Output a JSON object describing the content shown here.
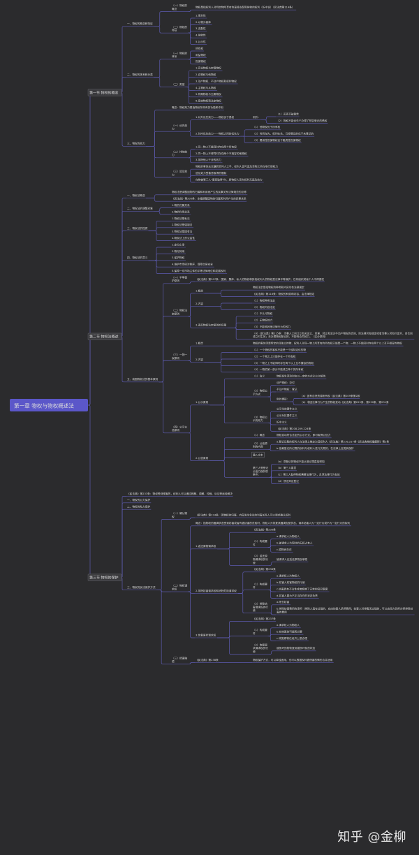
{
  "root": "第一章 物权与物权概述法",
  "watermark": "知乎 @金柳",
  "nodes": [
    {
      "t": "第一节 物权的概念",
      "s": 2,
      "c": [
        {
          "t": "一、物权的概念和特征",
          "c": [
            {
              "t": "（一）物权的概念",
              "c": [
                {
                  "t": "物权是指权利人对特定物所享有的直接支配和排他的权利（折中说）（民法典第114条）"
                }
              ]
            },
            {
              "t": "（二）物权的特征",
              "c": [
                {
                  "t": "1.绝对性"
                },
                {
                  "t": "2.以物为客体"
                },
                {
                  "t": "3.支配性"
                },
                {
                  "t": "4.排他性"
                },
                {
                  "t": "5.公示性"
                }
              ]
            }
          ]
        },
        {
          "t": "二、物权的体系和分类",
          "c": [
            {
              "t": "（一）物权的体系",
              "c": [
                {
                  "t": "所有权"
                },
                {
                  "t": "用益物权"
                },
                {
                  "t": "担保物权"
                }
              ]
            },
            {
              "t": "（二）类型",
              "c": [
                {
                  "t": "1.完全物权与定限物权"
                },
                {
                  "t": "2.自物权与他物权"
                },
                {
                  "t": "3.动产物权、不动产物权和权利物权"
                },
                {
                  "t": "4.主物权与从物权"
                },
                {
                  "t": "5.有期物权与无期物权"
                },
                {
                  "t": "6.意定物权和法定物权"
                }
              ]
            }
          ]
        },
        {
          "t": "三、物权的效力",
          "c": [
            {
              "t": "概念：物权效力是指物权所特有的功能和作用"
            },
            {
              "t": "（一）优先效力",
              "c": [
                {
                  "t": "1.对外优先效力——物权优于债权",
                  "c": [
                    {
                      "t": "例外：",
                      "c": [
                        {
                          "t": "（1）买卖不破租赁"
                        },
                        {
                          "t": "（2）物权不能优先于办理了预告登记的债权"
                        }
                      ]
                    }
                  ]
                },
                {
                  "t": "2.对内优先效力——物权之间的优先力",
                  "c": [
                    {
                      "t": "（1）他物权优于所有权"
                    },
                    {
                      "t": "（2）时间在先、权利在先，已经登记的优于未登记的"
                    },
                    {
                      "t": "（3）费用性担保物权优于融资性担保物权"
                    }
                  ]
                }
              ]
            },
            {
              "t": "（二）排他效力",
              "c": [
                {
                  "t": "1.同一物上不能同时存在两个所有权"
                },
                {
                  "t": "2.同一物上不得同时存在两个不相容的他物权"
                },
                {
                  "t": "3.排除他人干涉的效力"
                }
              ]
            },
            {
              "t": "（三）追及效力",
              "c": [
                {
                  "t": "物权的客体无论辗转至何人之手，权利人皆可追及至物之所在地行使权力"
                },
                {
                  "t": "追及效力受善意取得的限制"
                },
                {
                  "t": "在物被第三人\"善意取得\"时，原物权人丧失权利无追及效力"
                }
              ]
            }
          ]
        }
      ]
    },
    {
      "t": "第二节 物权法概述",
      "s": 2,
      "c": [
        {
          "t": "一、物权法概念",
          "c": [
            {
              "t": "物权法是调整因物的归属和利用而产生的民事关系法律规范的总称"
            },
            {
              "t": "《民法典》第205条：本编调整因物的归属和利用产生的民事关系"
            }
          ]
        },
        {
          "t": "二、物权法的调整对象",
          "c": [
            {
              "t": "1.物的归属关系"
            },
            {
              "t": "2.物的利用关系"
            }
          ]
        },
        {
          "t": "三、物权法的性质",
          "c": [
            {
              "t": "1.物权法是私法"
            },
            {
              "t": "2.物权法是强制法"
            },
            {
              "t": "3.物权法是固有法"
            },
            {
              "t": "4.物权法上的公益性"
            }
          ]
        },
        {
          "t": "四、物权法的意义",
          "c": [
            {
              "t": "1.定分止争"
            },
            {
              "t": "2.物尽其用"
            },
            {
              "t": "3.保护物权"
            },
            {
              "t": "4.维护市场经济秩序、保障交易安全"
            },
            {
              "t": "5.保障一切市场主体的平等法律地位和发展权利"
            }
          ]
        },
        {
          "t": "五、我国物权法的基本原则",
          "c": [
            {
              "t": "（一）平等保护原则",
              "c": [
                {
                  "t": "《民法典》第207条：国家、集体、私人的物权和其他权利人的物权受法律平等保护，任何组织或者个人不得侵犯"
                }
              ]
            },
            {
              "t": "（二）物权法定原则",
              "c": [
                {
                  "t": "1.概念",
                  "c": [
                    {
                      "t": "物权法定是指物权的种类和内容均有法律规定"
                    },
                    {
                      "t": "《民法典》第116条：物权的种类和内容，由法律规定"
                    }
                  ]
                },
                {
                  "t": "2.内容",
                  "c": [
                    {
                      "t": "（1）物权种类法定"
                    },
                    {
                      "t": "（2）物权内容法定"
                    }
                  ]
                },
                {
                  "t": "3.违反物权法定原则的后果",
                  "c": [
                    {
                      "t": "（1）不认可物权"
                    },
                    {
                      "t": "（2）无物权效力"
                    },
                    {
                      "t": "（3）不影响其他法律行为的效力"
                    },
                    {
                      "t": "（4）《民法典》第215条：当事人之间订立有关设立、变更、转让和消灭不动产物权的合同，除法律另有规定或者当事人另有约定外，自合同成立时生效；未办理物权登记的，不影响合同效力。（区分原则）"
                    }
                  ]
                }
              ]
            },
            {
              "t": "（三）一物一权原则",
              "c": [
                {
                  "t": "1.概念",
                  "c": [
                    {
                      "t": "物权的客体须是特定的且独立的物，权利人对同一物上所享有的所有权只能是一个物、一物上不能同时存在两个以上互不相容的物权"
                    }
                  ]
                },
                {
                  "t": "2.内容",
                  "c": [
                    {
                      "t": "（1）一个物权的客体只能是一个独特定化的物"
                    },
                    {
                      "t": "（2）一个物之上只能存在一个所有权"
                    },
                    {
                      "t": "（3）一物之上不能同时存在两个以上互不兼容的物权"
                    },
                    {
                      "t": "（4）一物的某一部分不能成立单个的所有权"
                    }
                  ]
                }
              ]
            },
            {
              "t": "（四）公示公信原则",
              "c": [
                {
                  "t": "1.公示原则",
                  "c": [
                    {
                      "t": "（1）含义",
                      "c": [
                        {
                          "t": "物权发生变动时应以一定的方式让公众知晓"
                        }
                      ]
                    },
                    {
                      "t": "（2）物权公示方式",
                      "c": [
                        {
                          "t": "动产物权：交付"
                        },
                        {
                          "t": "不动产物权：登记"
                        },
                        {
                          "t": "例外情形：",
                          "c": [
                            {
                              "t": "（a）因有自然资源所有权《民法典》第209条第2款"
                            },
                            {
                              "t": "（b）非因法律行为产生的物权变动《民法典》第229条、第230条、第231条"
                            }
                          ]
                        }
                      ]
                    },
                    {
                      "t": "（3）物权公示的效力",
                      "c": [
                        {
                          "t": "公示生效要件主义"
                        },
                        {
                          "t": "公示对抗要件主义"
                        },
                        {
                          "t": "折中主义"
                        },
                        {
                          "t": "《民法典》第208,209,224条"
                        }
                      ]
                    }
                  ]
                },
                {
                  "t": "2.公信原则",
                  "c": [
                    {
                      "t": "（1）概念",
                      "c": [
                        {
                          "t": "物权变动符合法定的公示方式，即可取得公信力"
                        }
                      ]
                    },
                    {
                      "t": "（2）公信原则的内容",
                      "c": [
                        {
                          "t": "a.登记记载的权利人在法律上推定为其权利人《民法典》第216,217条《民法典物权编解释》第2条"
                        },
                        {
                          "t": "b.信赖登记所记载的权利与权利人进行交易的，在法律上应受到保护"
                        }
                      ]
                    },
                    {
                      "t": "输入文本",
                      "sel": true
                    },
                    {
                      "t": "第三人受登记公信力保护的条件：",
                      "c": [
                        {
                          "t": "（a）须登记的物权不能从登记簿直接得知"
                        },
                        {
                          "t": "（b）第三人善意"
                        },
                        {
                          "t": "（c）第三人取得物权需要法律行为，且须法律行为有效"
                        },
                        {
                          "t": "（d）须无异议登记"
                        }
                      ]
                    }
                  ]
                }
              ]
            }
          ]
        }
      ]
    },
    {
      "t": "第三节 物权的保护",
      "s": 2,
      "c": [
        {
          "t": "《民法典》第233条：物权受到侵害的，权利人可以通过和解、调解、仲裁、诉讼等途径解决"
        },
        {
          "t": "一、物权的公力保护"
        },
        {
          "t": "二、物权的私力保护"
        },
        {
          "t": "三、物权的民法保护方式",
          "c": [
            {
              "t": "（一）确认物权",
              "c": [
                {
                  "t": "《民法典》第234条：因物权的归属、内容发生争议的利害关系人可以请求确认权利"
                }
              ]
            },
            {
              "t": "（二）物权请求权",
              "c": [
                {
                  "t": "概念：指物权的圆满状态受到妨害或者有被妨害的危险时，物权人为恢复其圆满支配状态，请求妨害人为一定行为或不为一定行为的权利"
                },
                {
                  "t": "1.返还原物请求权",
                  "c": [
                    {
                      "t": "《民法典》第235条"
                    },
                    {
                      "t": "（1）构成要件",
                      "c": [
                        {
                          "t": "a.请求权人为物权人"
                        },
                        {
                          "t": "b.被请求人为现时的无权占有人"
                        },
                        {
                          "t": "c.原物尚存在"
                        }
                      ]
                    },
                    {
                      "t": "（2）返还原物请求权的行使",
                      "c": [
                        {
                          "t": "被请求人应返还原物及孳息"
                        }
                      ]
                    }
                  ]
                },
                {
                  "t": "2.排除妨害请求权和消除危险请求权",
                  "c": [
                    {
                      "t": "《民法典》第236条"
                    },
                    {
                      "t": "（1）构成要件",
                      "c": [
                        {
                          "t": "a.请求权人为物权人"
                        },
                        {
                          "t": "b.妨害人妨害物权的行使"
                        },
                        {
                          "t": "c.妨害具有不法性或者超越了正常的容忍限度"
                        },
                        {
                          "t": "d.妨害人要为不正当存在的状态负责"
                        }
                      ]
                    },
                    {
                      "t": "（2）排除妨害请求权的行使",
                      "c": [
                        {
                          "t": "a.除去妨害"
                        },
                        {
                          "t": "b.排除妨害费用的承担（排除人具有过错的，应由妨害人承担费用；妨害人对排害无过错的，可以由双方负担分担排除妨害的费用"
                        }
                      ]
                    }
                  ]
                },
                {
                  "t": "3.恢复原状请求权",
                  "c": [
                    {
                      "t": "《民法典》第237条"
                    },
                    {
                      "t": "（1）构成要件",
                      "c": [
                        {
                          "t": "a.请求权人为物权人"
                        },
                        {
                          "t": "b.有恢复的可能和必要"
                        },
                        {
                          "t": "c.恢复原物在经济上是合理"
                        }
                      ]
                    },
                    {
                      "t": "（2）恢复原状请求权的行使",
                      "c": [
                        {
                          "t": "被损坏的物恢复到被损坏前的状态"
                        }
                      ]
                    }
                  ]
                }
              ]
            },
            {
              "t": "（三）损害赔偿",
              "c": [
                {
                  "t": "《民法典》第238条",
                  "c": [
                    {
                      "t": "物权保护方式，可以单独适用，也可以根据权利被侵害的情形合并适用"
                    }
                  ]
                }
              ]
            }
          ]
        }
      ]
    }
  ]
}
